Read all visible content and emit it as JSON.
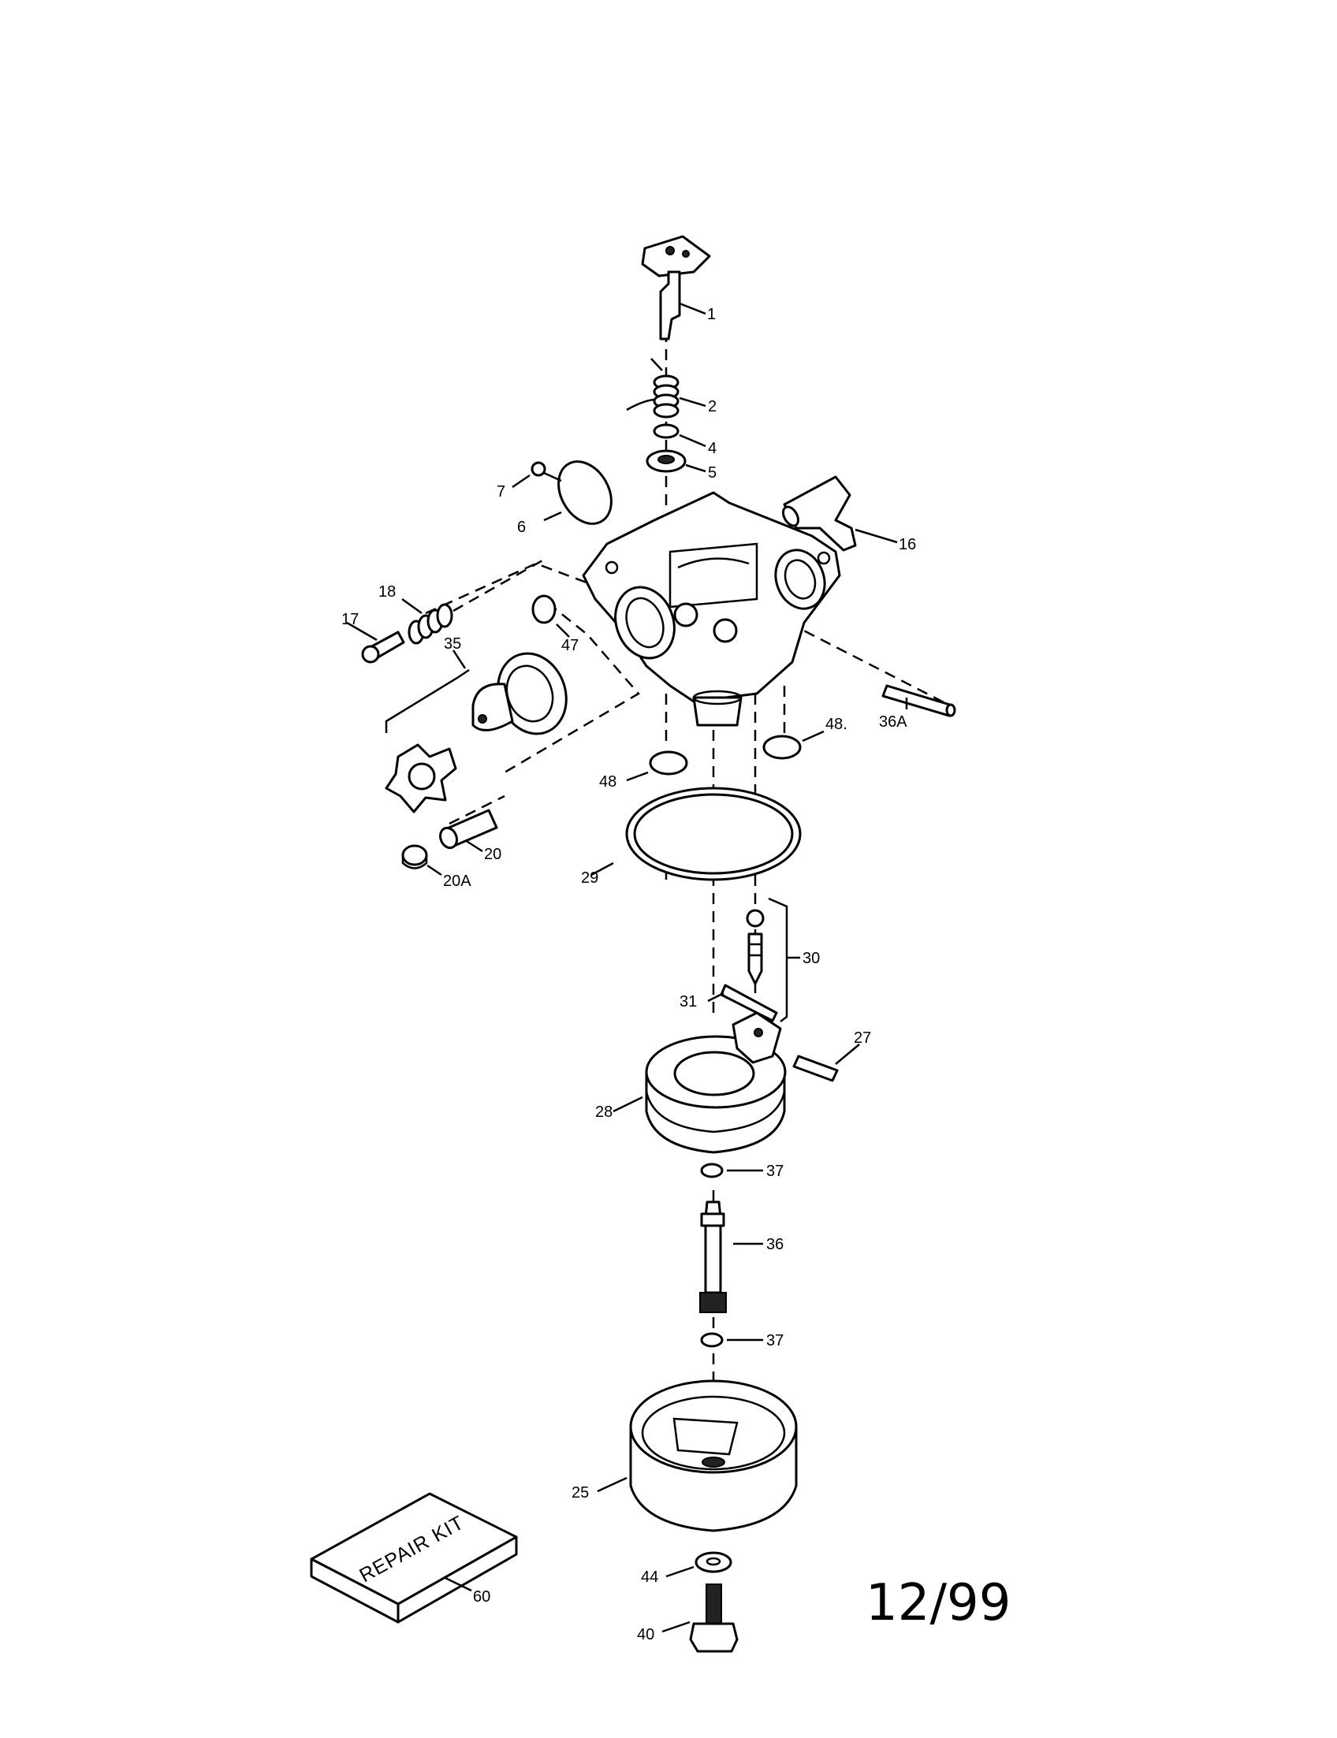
{
  "diagram": {
    "date_code": "12/99",
    "repair_kit_text": "REPAIR KIT",
    "callouts": {
      "p1": "1",
      "p2": "2",
      "p4": "4",
      "p5": "5",
      "p6": "6",
      "p7": "7",
      "p16": "16",
      "p17": "17",
      "p18": "18",
      "p20": "20",
      "p20a": "20A",
      "p25": "25",
      "p27": "27",
      "p28": "28",
      "p29": "29",
      "p30": "30",
      "p31": "31",
      "p35": "35",
      "p36": "36",
      "p36a": "36A",
      "p37_upper": "37",
      "p37_lower": "37",
      "p40": "40",
      "p44": "44",
      "p47": "47",
      "p48_right": "48.",
      "p48_left": "48",
      "p60": "60"
    }
  }
}
